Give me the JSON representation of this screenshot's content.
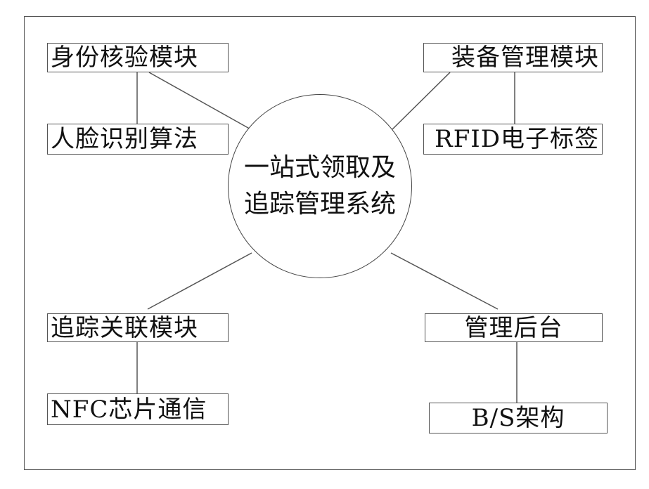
{
  "center": {
    "line1": "一站式领取及",
    "line2": "追踪管理系统"
  },
  "modules": {
    "identity": {
      "title": "身份核验模块",
      "sub": "人脸识别算法"
    },
    "equipment": {
      "title": "装备管理模块",
      "sub": "RFID电子标签"
    },
    "tracking": {
      "title": "追踪关联模块",
      "sub": "NFC芯片通信"
    },
    "backend": {
      "title": "管理后台",
      "sub": "B/S架构"
    }
  },
  "colors": {
    "line": "#555555",
    "background": "#ffffff",
    "text": "#111111"
  }
}
